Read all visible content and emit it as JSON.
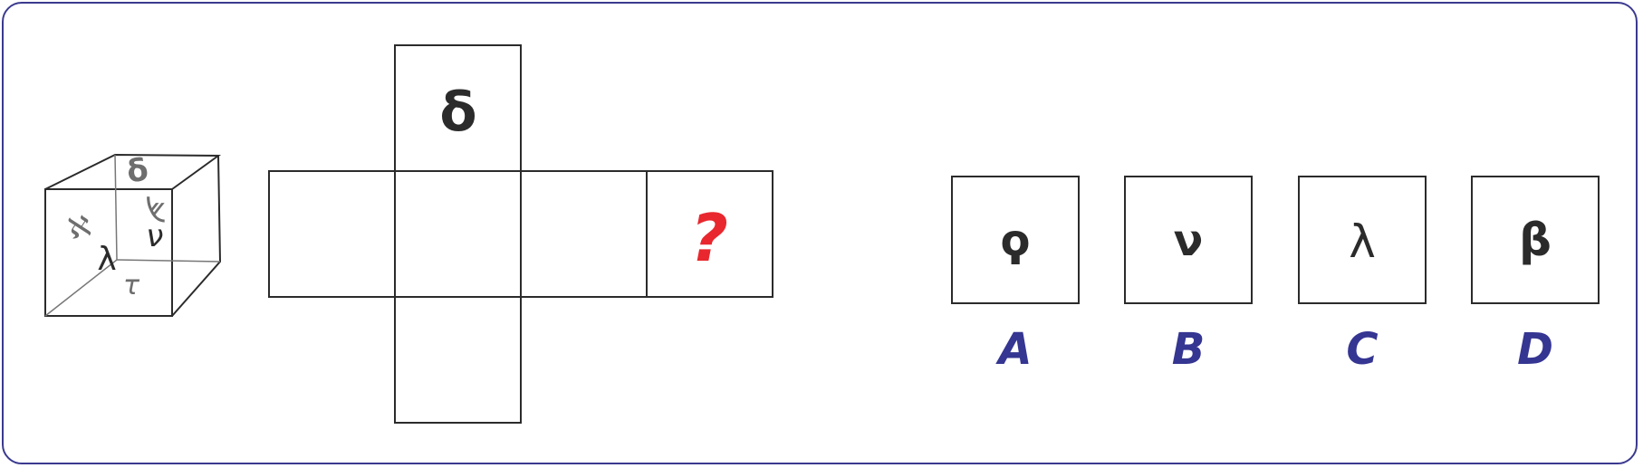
{
  "colors": {
    "frame": "#3b3a8f",
    "line": "#2b2b2b",
    "question_mark": "#e8282e",
    "option_label": "#353592"
  },
  "cube": {
    "top_symbol": "δ",
    "front_symbols": [
      "ℵ",
      "λ",
      "ϡ",
      "τ"
    ],
    "right_symbol": "ν"
  },
  "net": {
    "top_symbol": "δ",
    "missing_symbol": "?"
  },
  "options": [
    {
      "letter": "A",
      "symbol": "ϙ"
    },
    {
      "letter": "B",
      "symbol": "ν"
    },
    {
      "letter": "C",
      "symbol": "λ"
    },
    {
      "letter": "D",
      "symbol": "β"
    }
  ]
}
